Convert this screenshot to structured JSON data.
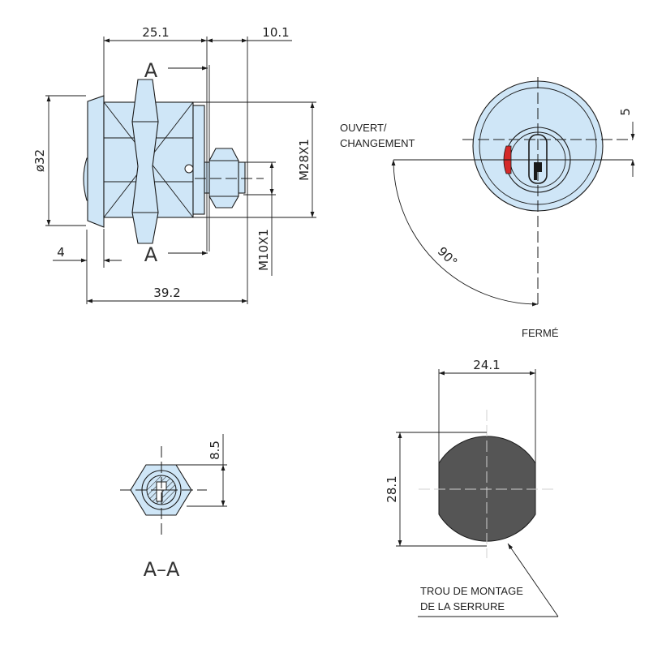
{
  "dimensions": {
    "top_length": "25.1",
    "top_right": "10.1",
    "diameter": "ø32",
    "thread_body": "M28X1",
    "thread_shaft": "M10X1",
    "flange": "4",
    "overall_length": "39.2",
    "key_offset": "5",
    "rotation": "90°",
    "section_height": "8.5",
    "hole_width": "24.1",
    "hole_height": "28.1"
  },
  "labels": {
    "section_marker": "A",
    "section_title": "A–A",
    "open_change_line1": "OUVERT/",
    "open_change_line2": "CHANGEMENT",
    "closed": "FERMÉ",
    "mounting_hole_line1": "TROU DE MONTAGE",
    "mounting_hole_line2": "DE LA SERRURE"
  },
  "colors": {
    "part_fill": "#cfe6f7",
    "hole_fill": "#555555",
    "key_indicator": "#d42a2a"
  }
}
